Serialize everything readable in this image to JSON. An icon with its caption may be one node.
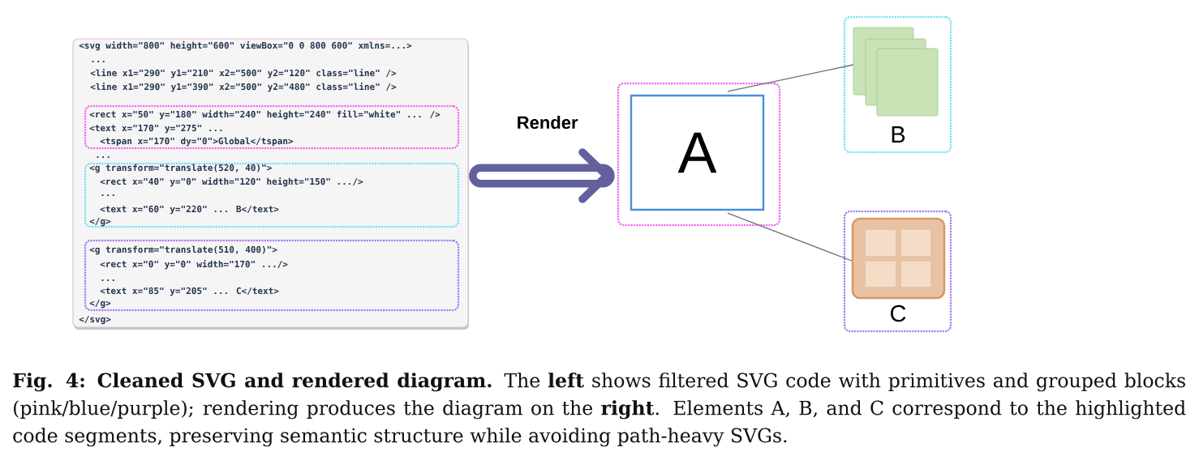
{
  "diagram": {
    "caption": "**Fig. 4: Cleaned SVG and rendered diagram.** The **left** shows filtered SVG code with primitives and grouped blocks (pink/blue/purple); rendering produces the diagram on the **right**. Elements A, B, and C correspond to the highlighted code segments, preserving semantic structure while avoiding path-heavy SVGs.",
    "nodes": [
      {
        "text": [
          "<svg width=\"800\" height=\"600\" viewBox=\"0 0 800 600\" xmlns=...>",
          "...",
          "<line x1=\"290\" y1=\"210\" x2=\"500\" y2=\"120\" class=\"line\" />",
          "<line x1=\"290\" y1=\"390\" x2=\"500\" y2=\"480\" class=\"line\" />",
          "...",
          "</svg>"
        ]
      },
      {
        "text": [
          "<rect x=\"50\" y=\"180\" width=\"240\" height=\"240\" fill=\"white\" ... />",
          "<text x=\"170\" y=\"275\" ...",
          "<tspan x=\"170\" dy=\"0\">Global</tspan>"
        ],
        "in": 0
      },
      {
        "text": [
          "<g transform=\"translate(520, 40)\">",
          "<rect x=\"40\" y=\"0\" width=\"120\" height=\"150\" .../>",
          "...",
          "<text x=\"60\" y=\"220\" ... B</text>",
          "</g>"
        ],
        "in": 0
      },
      {
        "text": [
          "<g transform=\"translate(510, 400)\">",
          "<rect x=\"0\" y=\"0\" width=\"170\" .../>",
          "...",
          "<text x=\"85\" y=\"205\" ... C</text>",
          "</g>"
        ],
        "in": 0
      },
      {
        "text": [],
        "shape": "box"
      },
      {
        "text": [
          "A"
        ],
        "in": 4
      },
      {
        "text": [
          "B"
        ]
      },
      {
        "text": [],
        "shape": "box",
        "in": 6
      },
      {
        "text": [],
        "shape": "box",
        "in": 6
      },
      {
        "text": [],
        "shape": "box",
        "in": 6
      },
      {
        "text": [
          "C"
        ]
      },
      {
        "text": [],
        "shape": "box",
        "in": 10
      }
    ],
    "edges": [
      {
        "from": 0,
        "to": 4,
        "arrow": "to",
        "label": "Render",
        "style": "thick",
        "color": "#63609e"
      },
      {
        "from": 5,
        "to": 7,
        "arrow": "none"
      },
      {
        "from": 5,
        "to": 11,
        "arrow": "none"
      }
    ]
  }
}
